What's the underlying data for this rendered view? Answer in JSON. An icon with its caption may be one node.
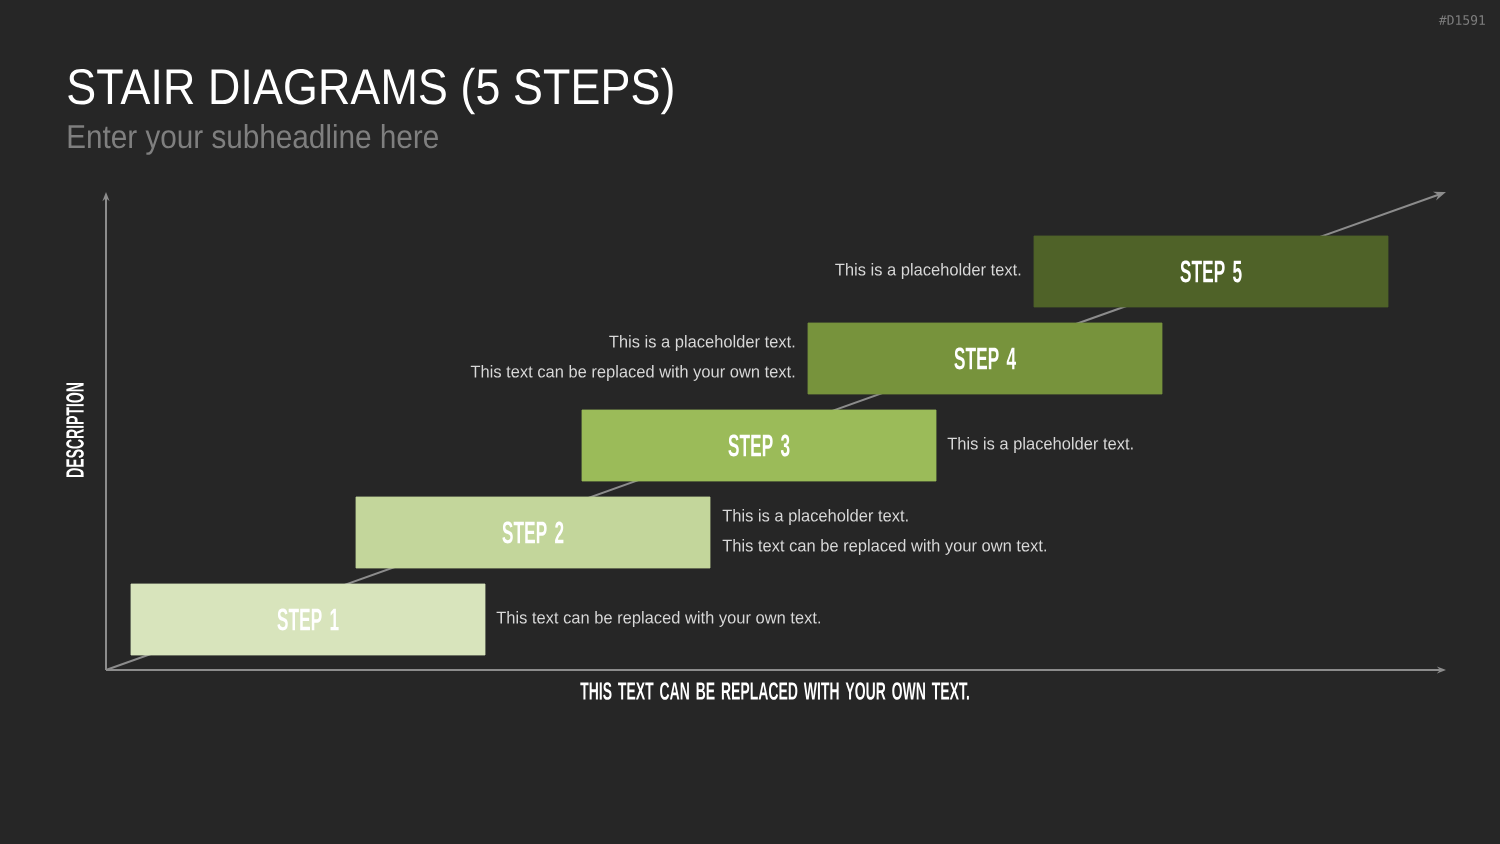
{
  "diagram": {
    "title": "STAIR DIAGRAMS (5 STEPS)",
    "nodes": [
      {
        "text": [
          "STEP 1"
        ],
        "beside": [
          "This text can be replaced with your own text."
        ]
      },
      {
        "text": [
          "STEP 2"
        ],
        "beside": [
          "This is a placeholder text.",
          "This text can be replaced with your own text."
        ]
      },
      {
        "text": [
          "STEP 3"
        ],
        "beside": [
          "This is a placeholder text."
        ]
      },
      {
        "text": [
          "STEP 4"
        ],
        "beside": [
          "This is a placeholder text.",
          "This text can be replaced with your own text."
        ]
      },
      {
        "text": [
          "STEP 5"
        ],
        "beside": [
          "This is a placeholder text."
        ]
      }
    ],
    "labels": [
      "#D1591",
      "Enter your subheadline here",
      "DESCRIPTION",
      "THIS TEXT CAN BE REPLACED WITH YOUR OWN TEXT."
    ]
  }
}
